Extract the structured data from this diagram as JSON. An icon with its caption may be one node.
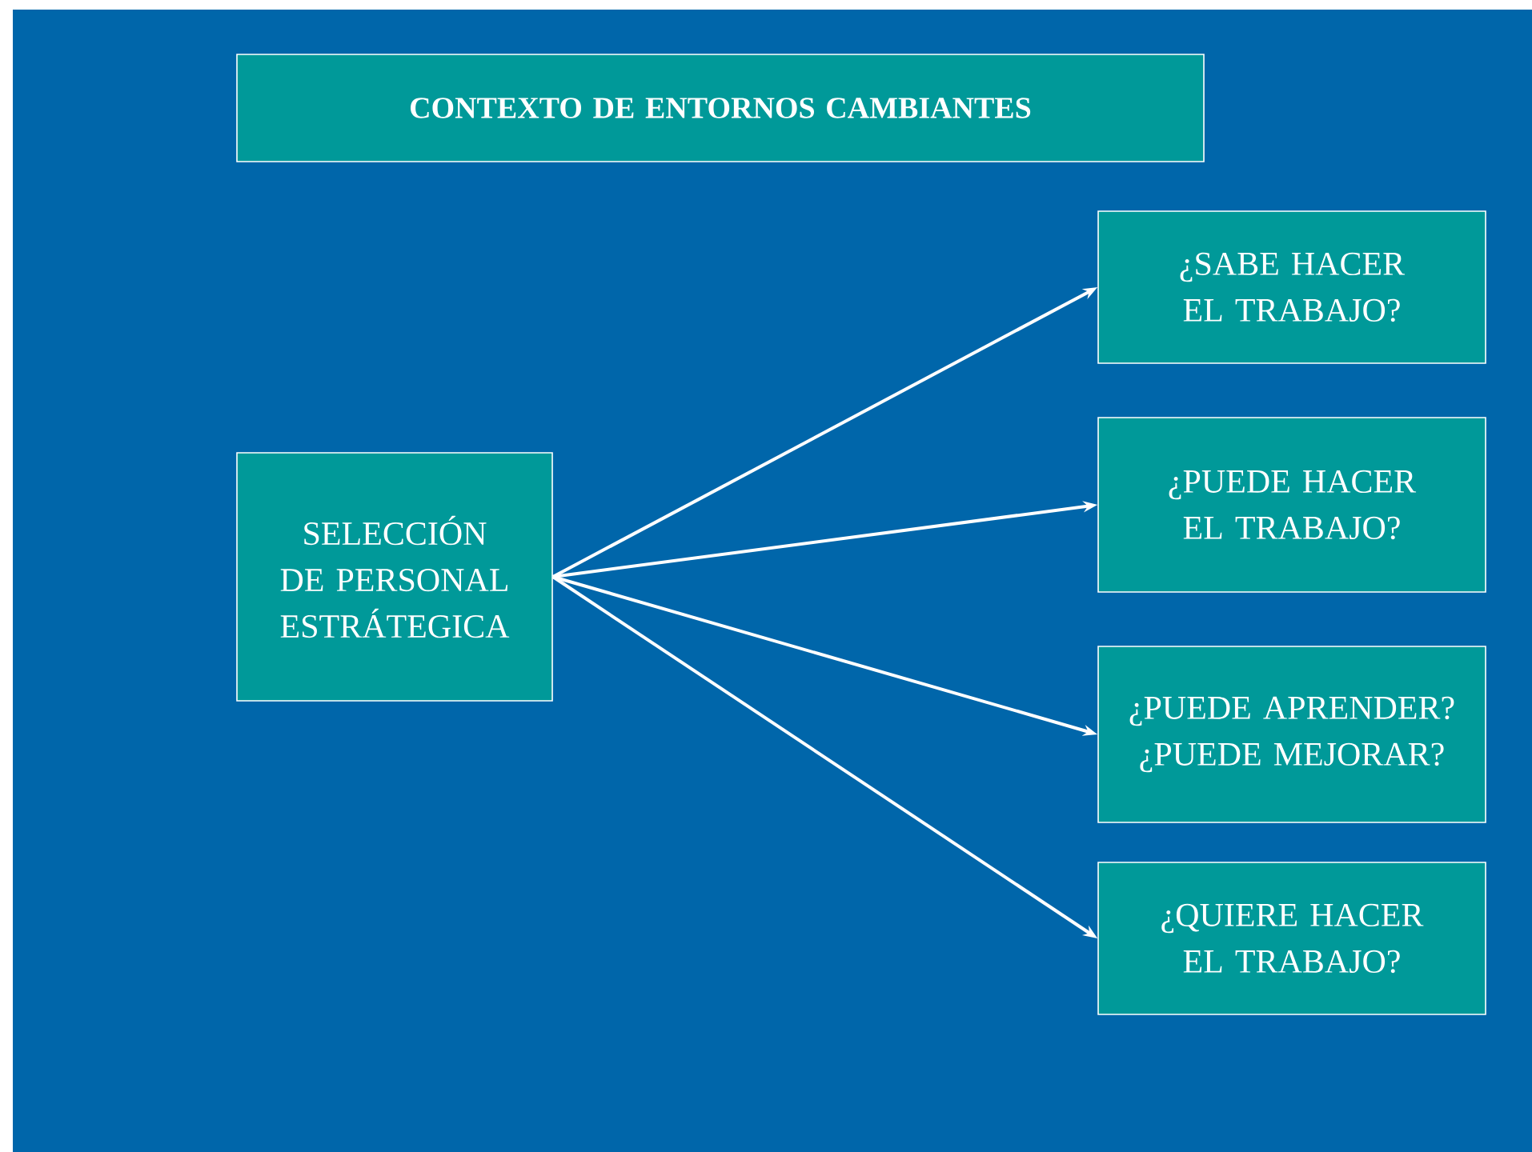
{
  "diagram": {
    "nodes": [
      {
        "text": [
          "CONTEXTO DE ENTORNOS CAMBIANTES"
        ]
      },
      {
        "text": [
          "SELECCIÓN DE PERSONAL ESTRÁTEGICA"
        ]
      },
      {
        "text": [
          "¿SABE HACER EL TRABAJO?"
        ]
      },
      {
        "text": [
          "¿PUEDE HACER EL TRABAJO?"
        ]
      },
      {
        "text": [
          "¿PUEDE APRENDER? ¿PUEDE MEJORAR?"
        ]
      },
      {
        "text": [
          "¿QUIERE HACER EL TRABAJO?"
        ]
      }
    ],
    "edges": [
      {
        "from": 1,
        "to": 2,
        "arrow": "to"
      },
      {
        "from": 1,
        "to": 3,
        "arrow": "to"
      },
      {
        "from": 1,
        "to": 4,
        "arrow": "to"
      },
      {
        "from": 1,
        "to": 5,
        "arrow": "to"
      }
    ]
  }
}
